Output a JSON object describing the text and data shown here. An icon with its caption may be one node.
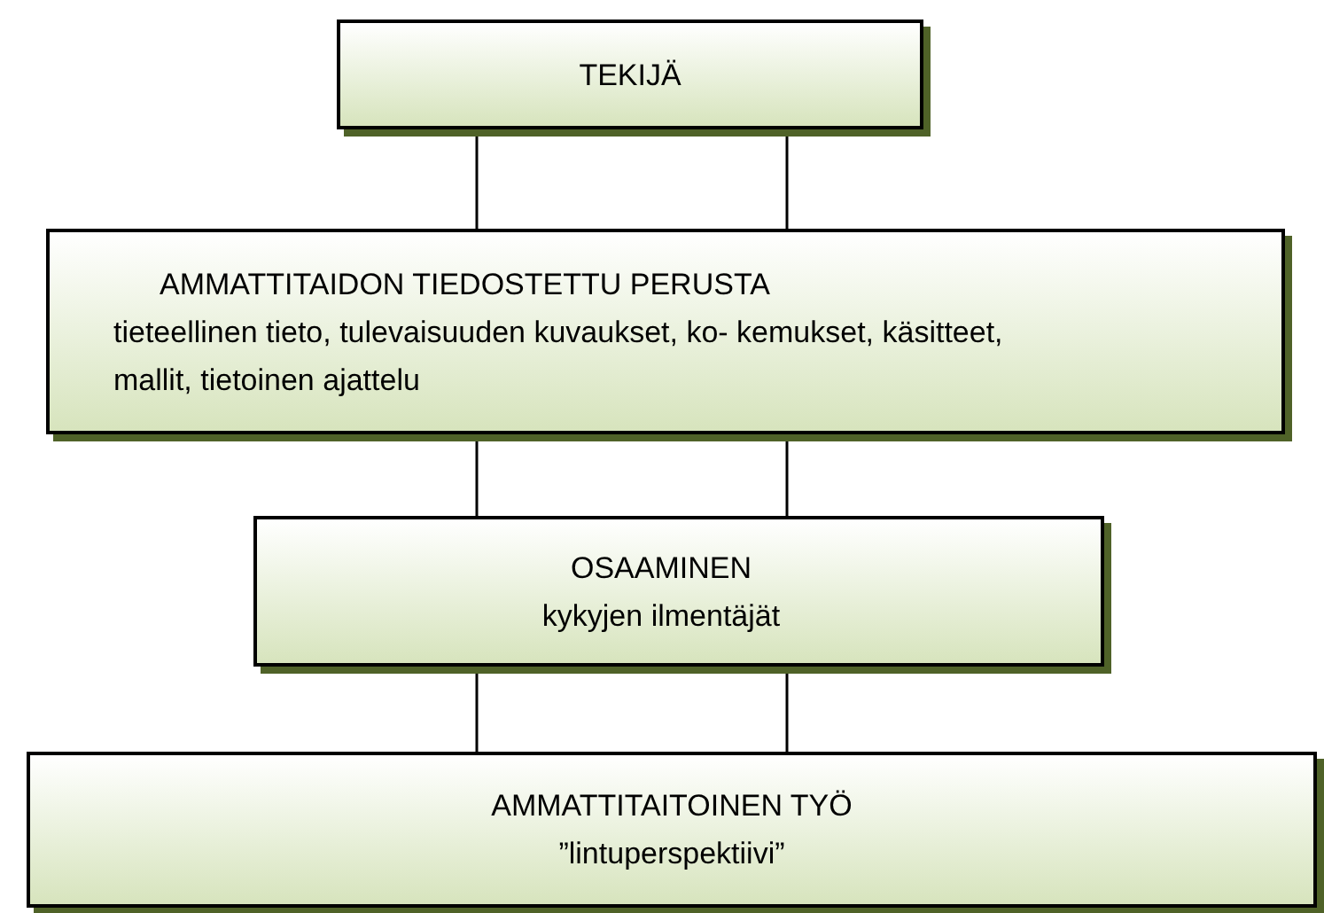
{
  "diagram": {
    "nodes": [
      {
        "text": [
          "TEKIJÄ"
        ]
      },
      {
        "text": [
          "AMMATTITAIDON TIEDOSTETTU PERUSTA",
          "tieteellinen tieto, tulevaisuuden kuvaukset, ko- kemukset, käsitteet, mallit, tietoinen ajattelu"
        ]
      },
      {
        "text": [
          "OSAAMINEN",
          "kykyjen ilmentäjät"
        ]
      },
      {
        "text": [
          "AMMATTITAITOINEN TYÖ",
          "”lintuperspektiivi”"
        ]
      }
    ],
    "edges": [
      {
        "from": 0,
        "to": 1,
        "arrow": "none"
      },
      {
        "from": 0,
        "to": 1,
        "arrow": "none"
      },
      {
        "from": 1,
        "to": 2,
        "arrow": "none"
      },
      {
        "from": 1,
        "to": 2,
        "arrow": "none"
      },
      {
        "from": 2,
        "to": 3,
        "arrow": "none"
      },
      {
        "from": 2,
        "to": 3,
        "arrow": "none"
      }
    ]
  }
}
